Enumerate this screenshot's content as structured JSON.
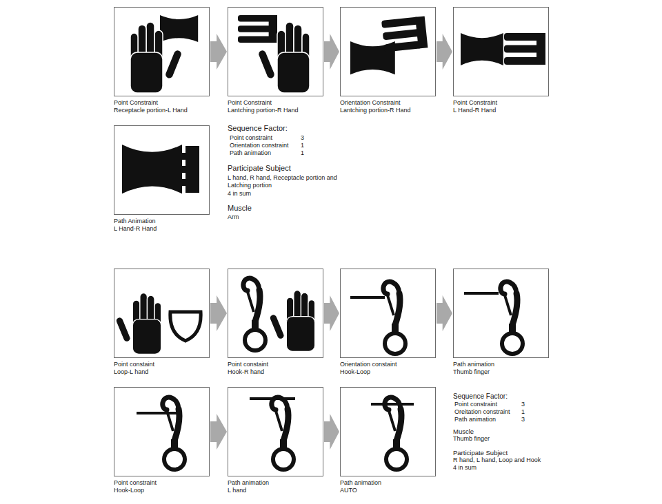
{
  "diagram": {
    "nodes": [
      {
        "text": [
          "Point Constraint",
          "Receptacle portion-L Hand"
        ]
      },
      {
        "text": [
          "Point Constraint",
          "Lantching portion-R Hand"
        ]
      },
      {
        "text": [
          "Orientation Constraint",
          "Lantching portion-R Hand"
        ]
      },
      {
        "text": [
          "Point Constraint",
          "L Hand-R Hand"
        ]
      },
      {
        "text": [
          "Path Animation",
          "L Hand-R Hand"
        ]
      },
      {
        "text": [
          "Point constaint",
          "Loop-L hand"
        ]
      },
      {
        "text": [
          "Point constaint",
          "Hook-R hand"
        ]
      },
      {
        "text": [
          "Orientation constaint",
          "Hook-Loop"
        ]
      },
      {
        "text": [
          "Path animation",
          "Thumb finger"
        ]
      },
      {
        "text": [
          "Point constraint",
          "Hook-Loop"
        ]
      },
      {
        "text": [
          "Path animation",
          "L hand"
        ]
      },
      {
        "text": [
          "Path animation",
          "AUTO"
        ]
      }
    ],
    "edges": [
      {
        "from": 0,
        "to": 1,
        "arrow": "to"
      },
      {
        "from": 1,
        "to": 2,
        "arrow": "to"
      },
      {
        "from": 2,
        "to": 3,
        "arrow": "to"
      },
      {
        "from": 5,
        "to": 6,
        "arrow": "to"
      },
      {
        "from": 6,
        "to": 7,
        "arrow": "to"
      },
      {
        "from": 7,
        "to": 8,
        "arrow": "to"
      },
      {
        "from": 9,
        "to": 10,
        "arrow": "to"
      },
      {
        "from": 10,
        "to": 11,
        "arrow": "to"
      }
    ],
    "labels": [
      "Sequence Factor:",
      "Point constraint",
      "3",
      "Orientation constraint",
      "1",
      "Path animation",
      "1",
      "Participate Subject",
      "L hand, R hand, Receptacle portion and Latching portion",
      "4 in sum",
      "Muscle",
      "Arm",
      "Sequence Factor:",
      "Point constraint",
      "3",
      "Oreitation constraint",
      "1",
      "Path animation",
      "3",
      "Muscle",
      "Thumb finger",
      "Participate Subject",
      "R hand, L hand, Loop and Hook",
      "4 in sum"
    ]
  }
}
